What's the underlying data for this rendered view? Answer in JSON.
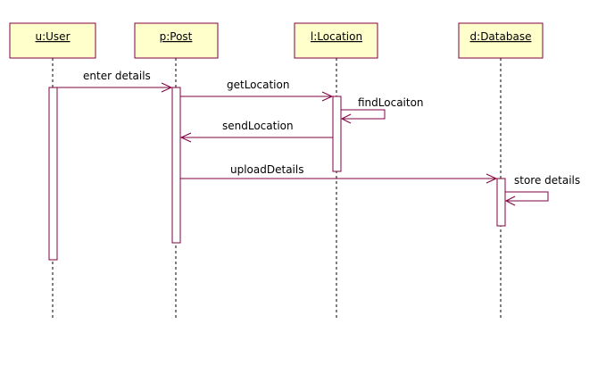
{
  "diagram": {
    "type": "uml-sequence",
    "colors": {
      "box_fill": "#ffffcc",
      "stroke": "#800040",
      "lifeline": "#000000",
      "text": "#000000"
    },
    "lifelines": [
      {
        "id": "user",
        "label": "u:User"
      },
      {
        "id": "post",
        "label": "p:Post"
      },
      {
        "id": "location",
        "label": "l:Location"
      },
      {
        "id": "database",
        "label": "d:Database"
      }
    ],
    "messages": [
      {
        "id": "enter-details",
        "label": "enter details",
        "from": "user",
        "to": "post"
      },
      {
        "id": "get-location",
        "label": "getLocation",
        "from": "post",
        "to": "location"
      },
      {
        "id": "find-location",
        "label": "findLocaiton",
        "from": "location",
        "to": "location"
      },
      {
        "id": "send-location",
        "label": "sendLocation",
        "from": "location",
        "to": "post"
      },
      {
        "id": "upload-details",
        "label": "uploadDetails",
        "from": "post",
        "to": "database"
      },
      {
        "id": "store-details",
        "label": "store details",
        "from": "database",
        "to": "database"
      }
    ]
  }
}
